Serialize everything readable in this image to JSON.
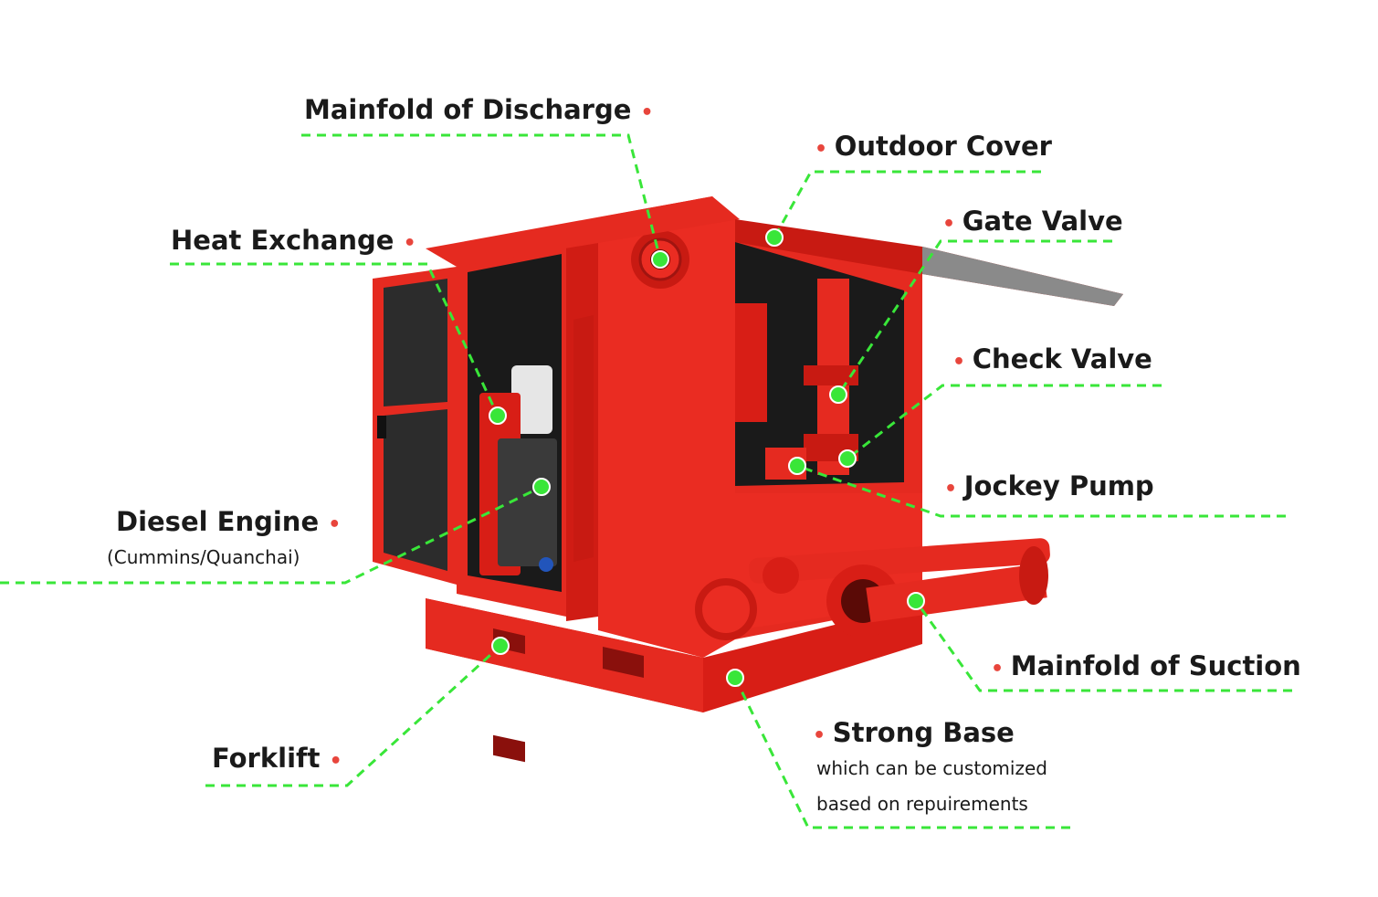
{
  "colors": {
    "leader": "#39e639",
    "marker_dot": "#e8453c",
    "bullet": "#e8453c",
    "unit_red": "#e8241c",
    "text": "#1a1a1a"
  },
  "callouts": {
    "discharge": {
      "label": "Mainfold of Discharge"
    },
    "outdoor_cover": {
      "label": "Outdoor Cover"
    },
    "gate_valve": {
      "label": "Gate Valve"
    },
    "heat_exchange": {
      "label": "Heat Exchange"
    },
    "check_valve": {
      "label": "Check Valve"
    },
    "jockey_pump": {
      "label": "Jockey Pump"
    },
    "diesel_engine": {
      "label": "Diesel Engine",
      "sub": "(Cummins/Quanchai)"
    },
    "suction": {
      "label": "Mainfold of Suction"
    },
    "strong_base": {
      "label": "Strong Base",
      "sub1": "which can be customized",
      "sub2": "based on repuirements"
    },
    "forklift": {
      "label": "Forklift"
    }
  }
}
